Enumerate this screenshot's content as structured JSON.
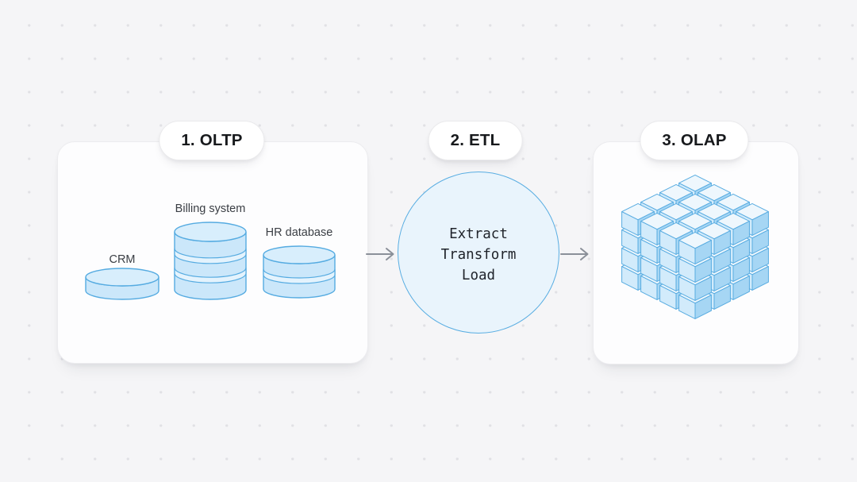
{
  "stages": [
    {
      "badge": "1. OLTP"
    },
    {
      "badge": "2. ETL"
    },
    {
      "badge": "3. OLAP"
    }
  ],
  "oltp_panel": {
    "databases": [
      {
        "label": "CRM",
        "segments": 1
      },
      {
        "label": "Billing system",
        "segments": 3
      },
      {
        "label": "HR database",
        "segments": 2
      }
    ]
  },
  "etl_circle": {
    "lines": [
      "Extract",
      "Transform",
      "Load"
    ]
  },
  "olap_panel": {
    "cube_grid": 4
  },
  "colors": {
    "background": "#f5f5f7",
    "dot": "#e1e1e5",
    "card_bg": "#fdfdfe",
    "db_body": "#cbe7fa",
    "db_top": "#d8eefc",
    "db_seam": "#e4f3fd",
    "db_stroke": "#55abe1",
    "cube_top": "#eef7fd",
    "cube_left": "#d2ebfb",
    "cube_right": "#a6d6f4",
    "cube_stroke": "#58ace1",
    "circle_fill": "#e9f4fc",
    "circle_stroke": "#58ade2",
    "arrow": "#8b9099",
    "label_text": "#3a3e44",
    "badge_text": "#17191c",
    "etl_text": "#20242b"
  }
}
